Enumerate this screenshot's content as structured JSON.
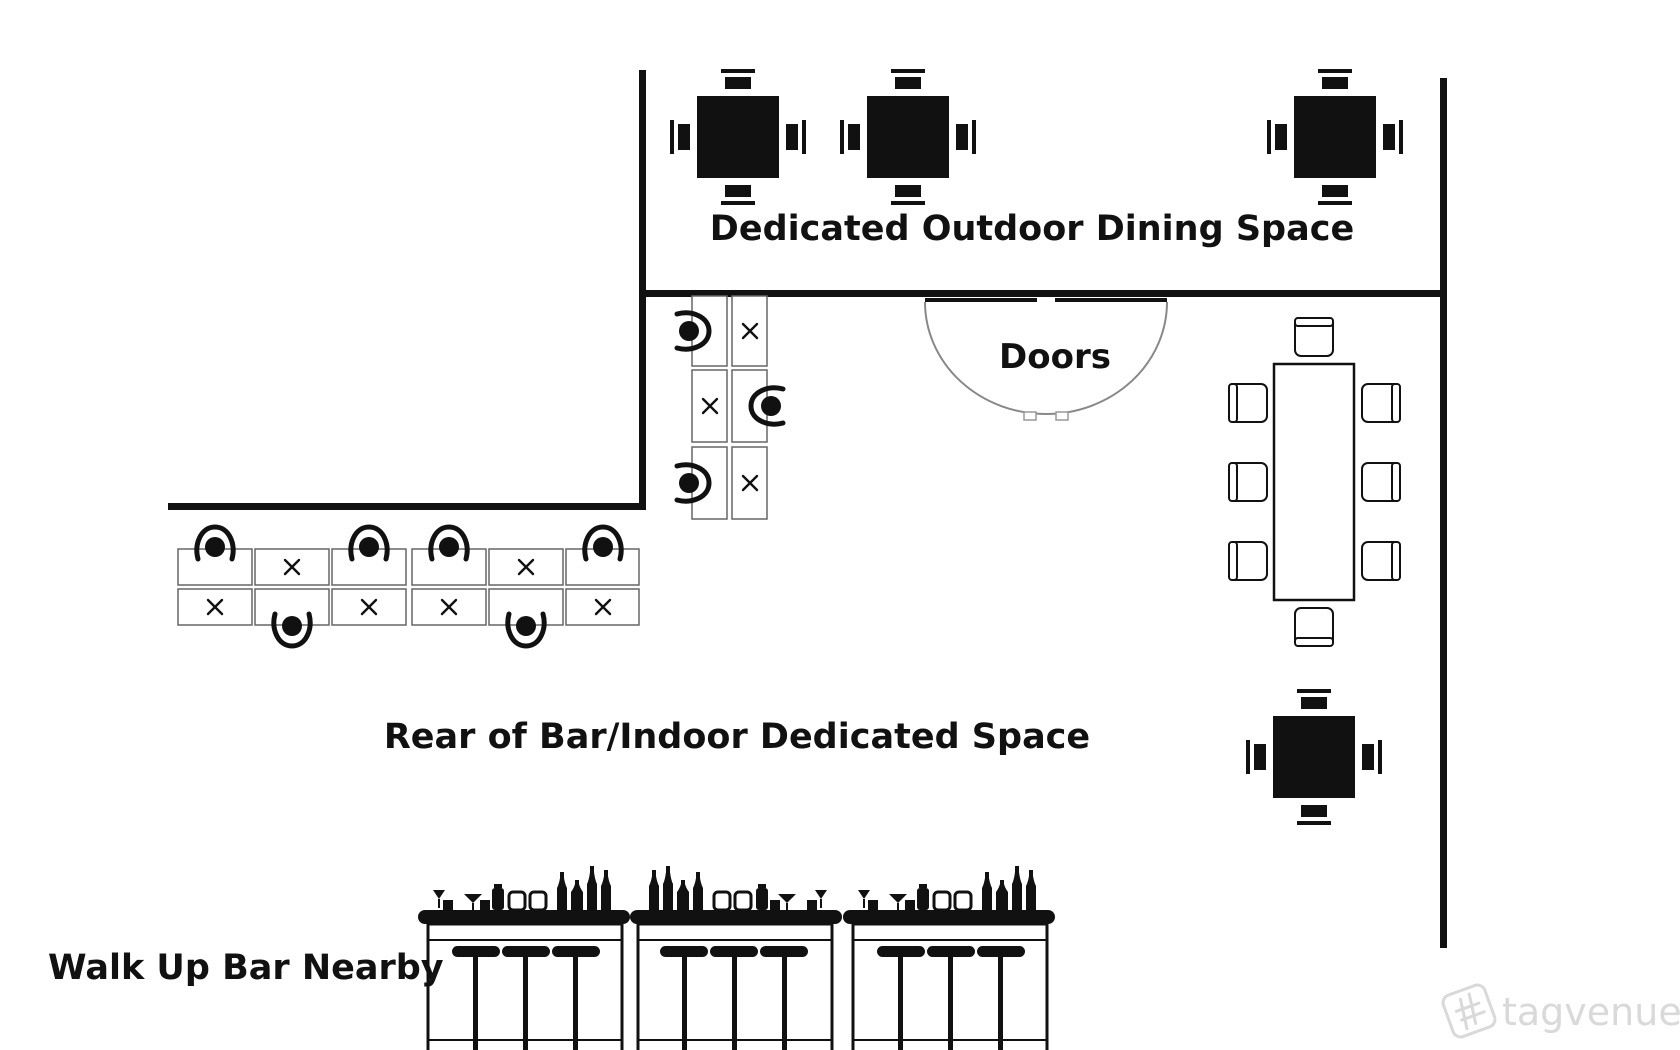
{
  "labels": {
    "outdoor": "Dedicated Outdoor Dining Space",
    "doors": "Doors",
    "indoor": "Rear of Bar/Indoor Dedicated Space",
    "walkup": "Walk Up Bar Nearby"
  },
  "watermark": {
    "text": "tagvenue",
    "icon": "tagvenue-logo-icon"
  },
  "colors": {
    "ink": "#111111",
    "background": "#ffffff",
    "watermark": "#d9d9d9"
  }
}
